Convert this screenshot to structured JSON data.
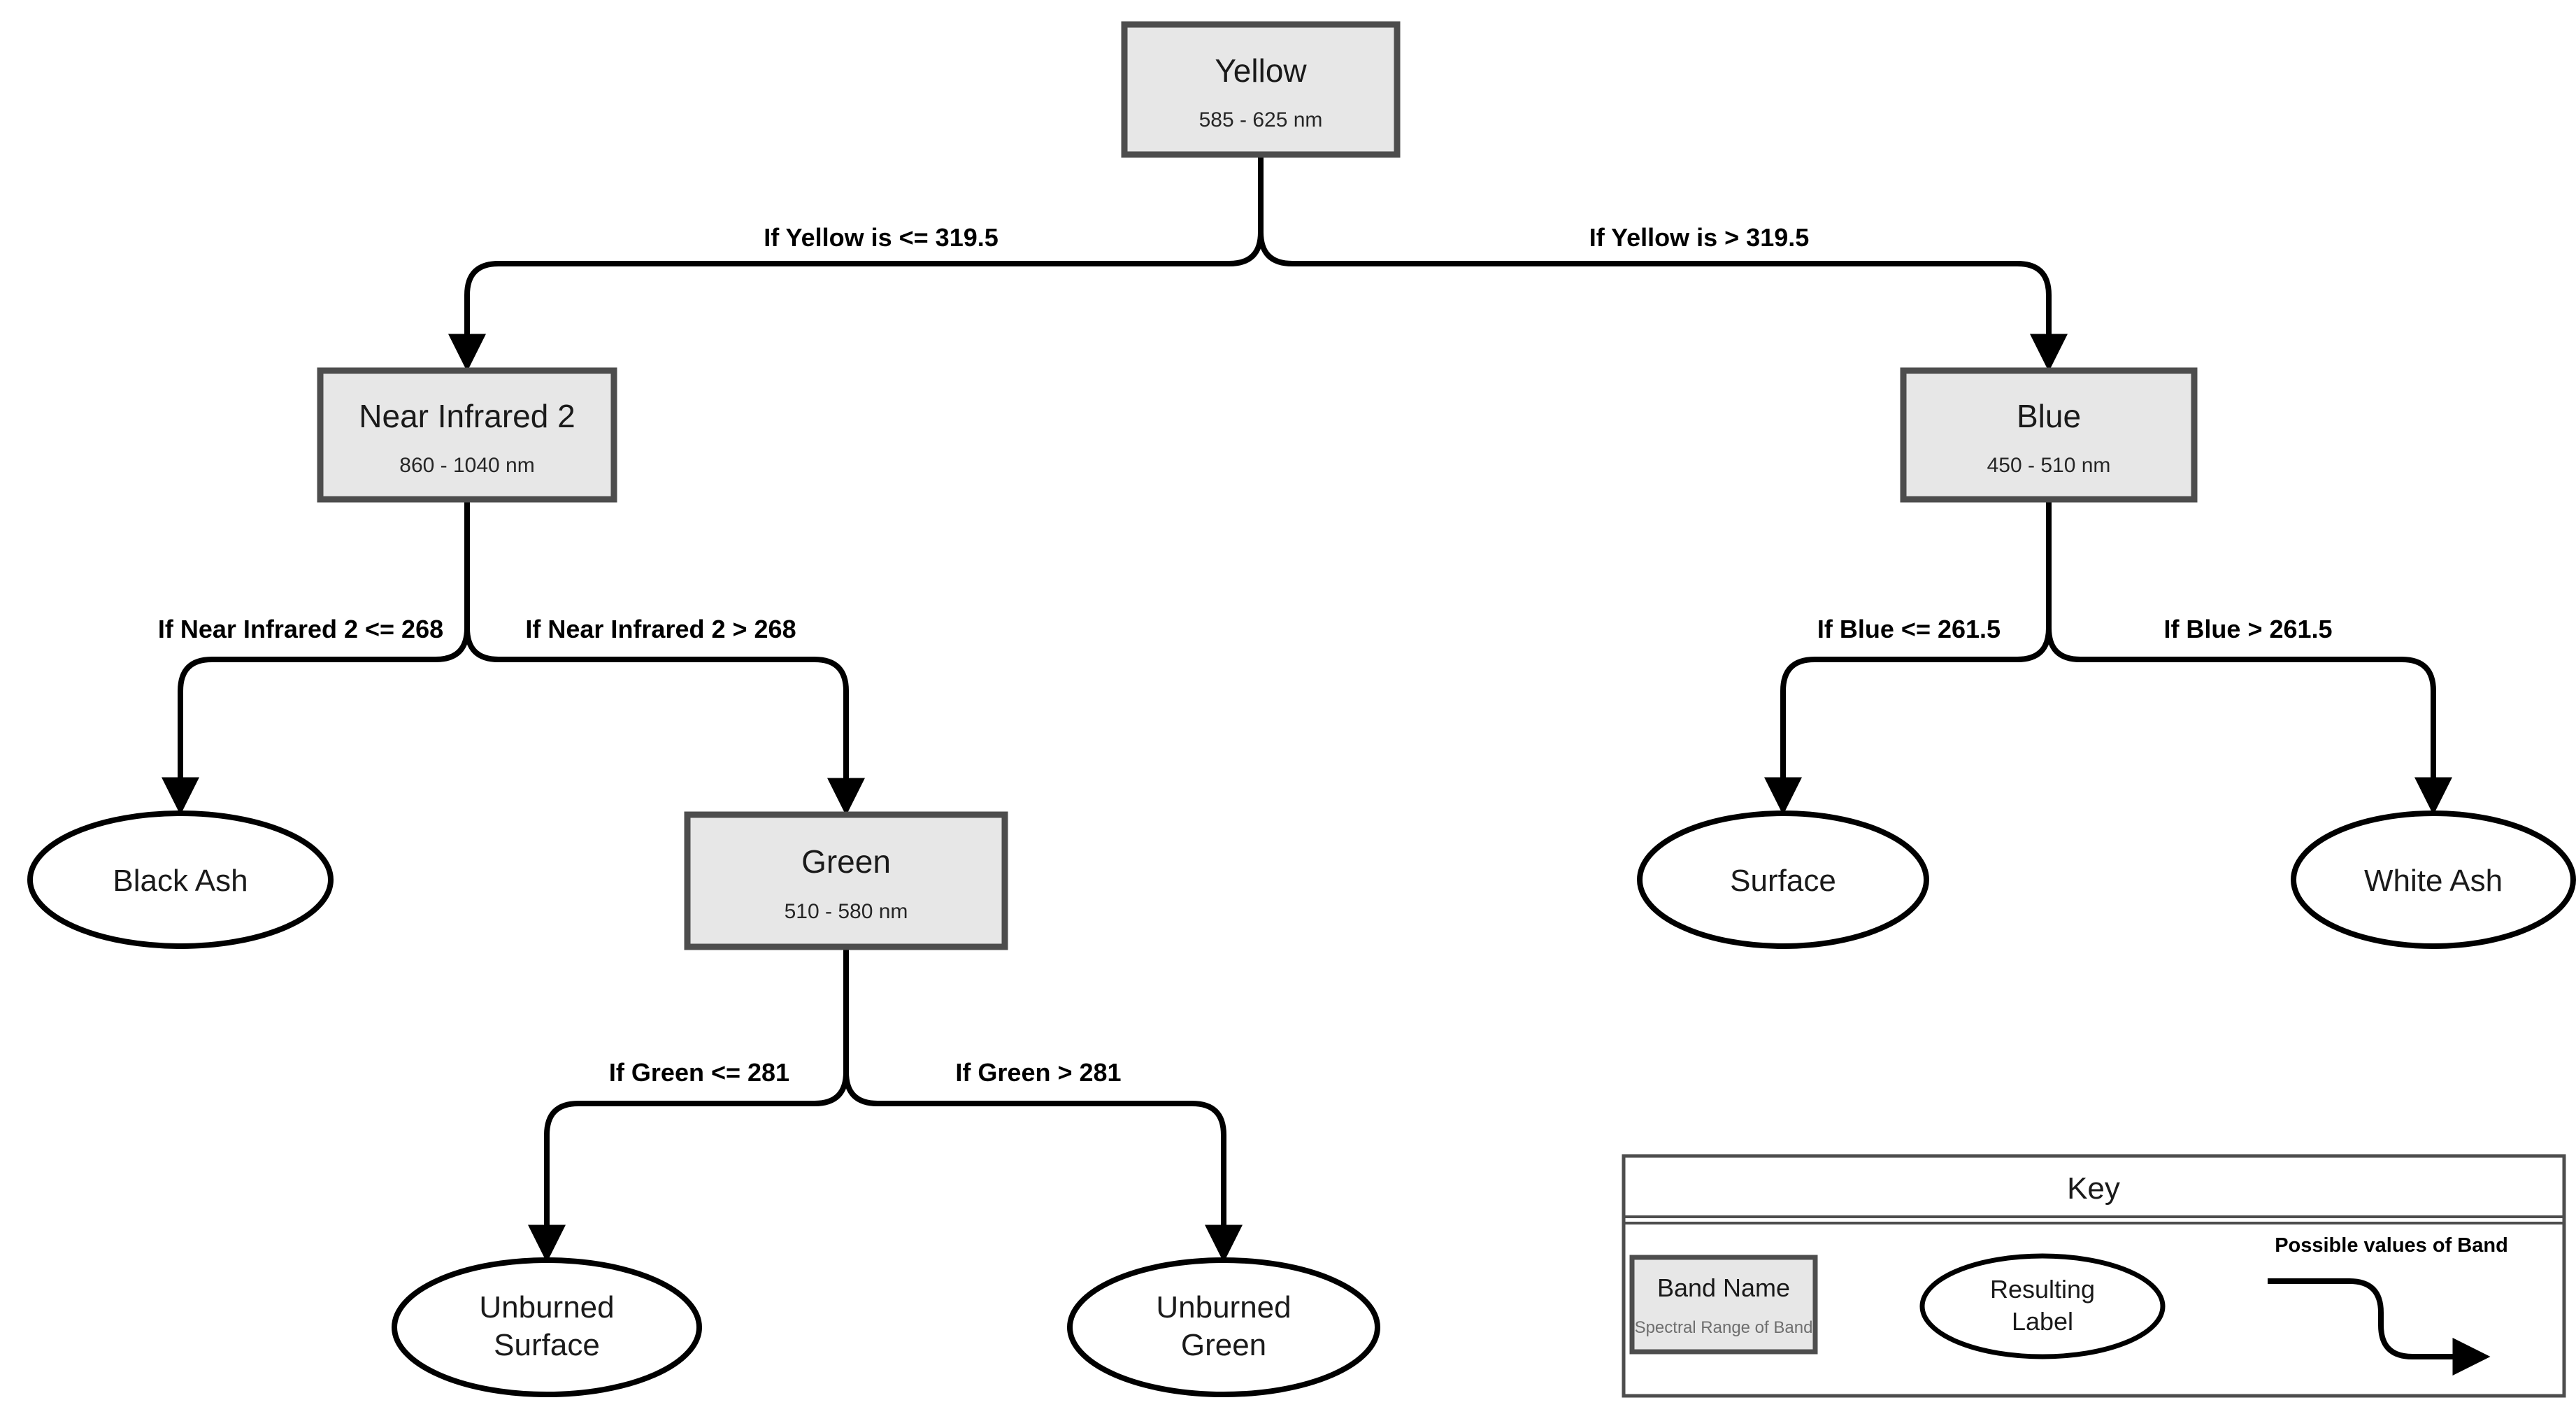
{
  "diagram": {
    "type": "decision-tree",
    "nodes": {
      "yellow": {
        "label": "Yellow",
        "range": "585 - 625 nm"
      },
      "near_infrared_2": {
        "label": "Near Infrared 2",
        "range": "860 - 1040 nm"
      },
      "blue": {
        "label": "Blue",
        "range": "450 - 510 nm"
      },
      "green": {
        "label": "Green",
        "range": "510 - 580 nm"
      },
      "black_ash": {
        "label": "Black Ash"
      },
      "surface": {
        "label": "Surface"
      },
      "white_ash": {
        "label": "White Ash"
      },
      "unburned_surface": {
        "line1": "Unburned",
        "line2": "Surface"
      },
      "unburned_green": {
        "line1": "Unburned",
        "line2": "Green"
      }
    },
    "edges": {
      "yellow_left": "If Yellow is <= 319.5",
      "yellow_right": "If Yellow is > 319.5",
      "nir2_left": "If Near Infrared 2 <= 268",
      "nir2_right": "If Near Infrared 2 > 268",
      "blue_left": "If Blue <= 261.5",
      "blue_right": "If Blue > 261.5",
      "green_left": "If Green <= 281",
      "green_right": "If Green > 281"
    },
    "key": {
      "title": "Key",
      "band_box_label": "Band Name",
      "band_box_sub": "Spectral Range of Band",
      "ellipse_line1": "Resulting",
      "ellipse_line2": "Label",
      "arrow_label": "Possible values of Band"
    },
    "colors": {
      "background": "#ffffff",
      "band_box_fill": "#e7e7e7",
      "band_box_border": "#4d4d4d",
      "ellipse_fill": "#ffffff",
      "line": "#000000",
      "text": "#1a1a1a"
    }
  }
}
